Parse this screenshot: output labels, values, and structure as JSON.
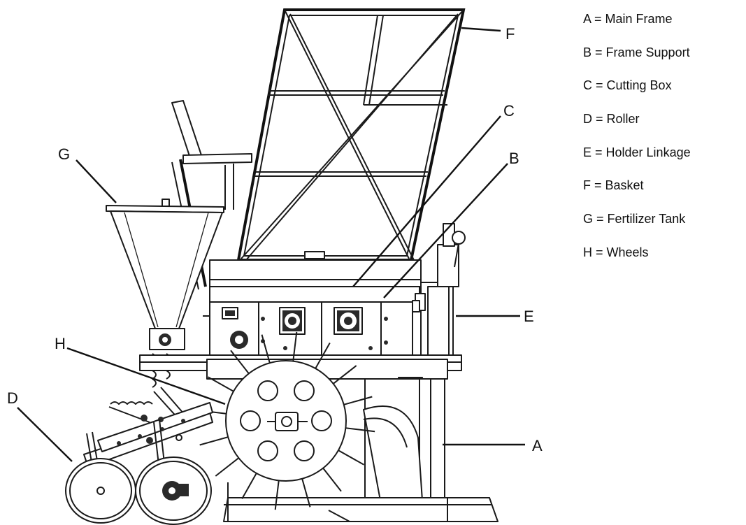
{
  "diagram": {
    "callouts": [
      {
        "letter": "A",
        "name": "main-frame"
      },
      {
        "letter": "B",
        "name": "frame-support"
      },
      {
        "letter": "C",
        "name": "cutting-box"
      },
      {
        "letter": "D",
        "name": "roller"
      },
      {
        "letter": "E",
        "name": "holder-linkage"
      },
      {
        "letter": "F",
        "name": "basket"
      },
      {
        "letter": "G",
        "name": "fertilizer-tank"
      },
      {
        "letter": "H",
        "name": "wheels"
      }
    ]
  },
  "legend": {
    "items": [
      {
        "text": "A = Main Frame"
      },
      {
        "text": "B = Frame Support"
      },
      {
        "text": "C = Cutting Box"
      },
      {
        "text": "D = Roller"
      },
      {
        "text": "E = Holder Linkage"
      },
      {
        "text": "F = Basket"
      },
      {
        "text": "G = Fertilizer Tank"
      },
      {
        "text": "H = Wheels"
      }
    ]
  }
}
